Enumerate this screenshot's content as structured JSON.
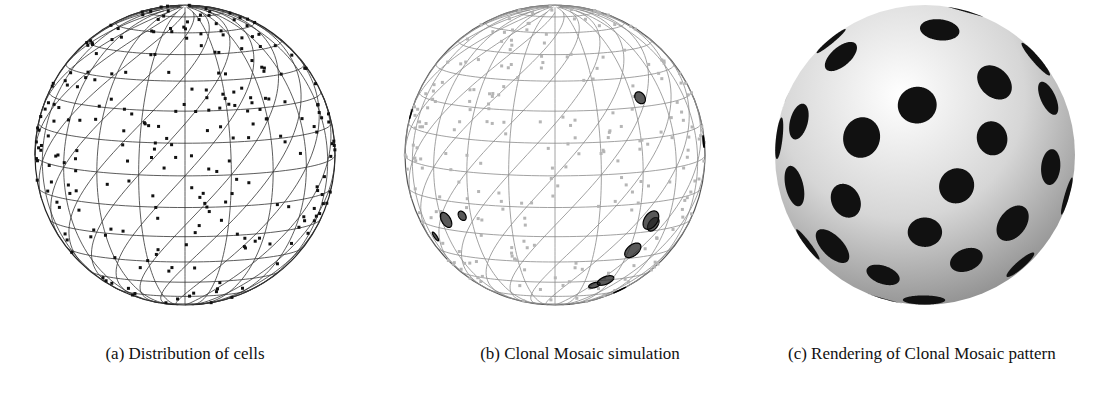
{
  "diagram": {
    "labels": [
      "(a) Distribution of cells",
      "(b) Clonal Mosaic simulation",
      "(c) Rendering of Clonal Mosaic pattern"
    ]
  }
}
